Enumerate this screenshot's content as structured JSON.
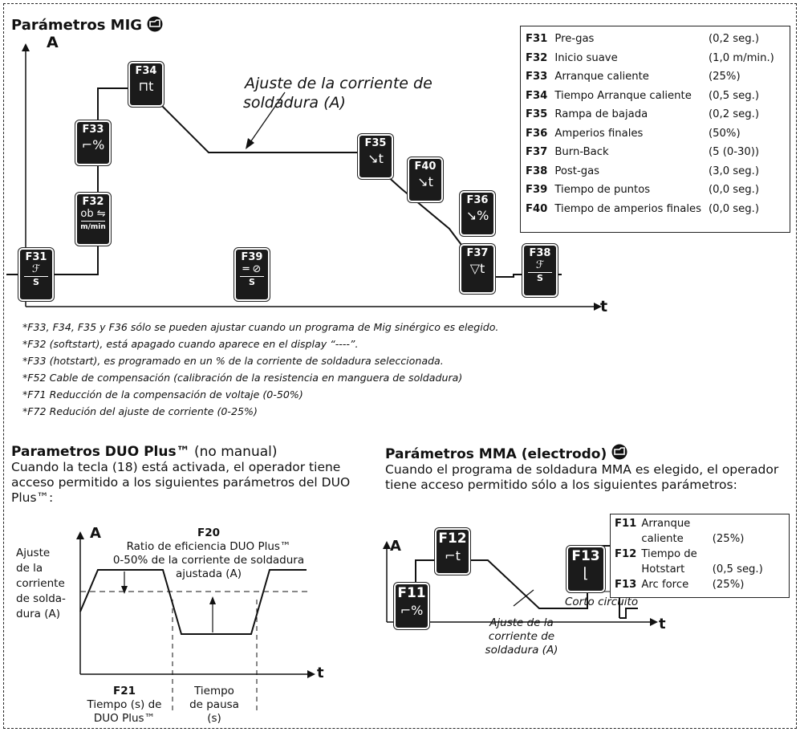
{
  "mig": {
    "title": "Parámetros MIG",
    "axis_y": "A",
    "axis_x": "t",
    "annotation": [
      "Ajuste de la corriente de",
      "soldadura (A)"
    ],
    "boxes": {
      "F31": {
        "label": "F31",
        "sym": "ℱ",
        "sub": "S"
      },
      "F32": {
        "label": "F32",
        "sym": "ob ⇋",
        "sub": "m/min"
      },
      "F33": {
        "label": "F33",
        "sym": "⌐%"
      },
      "F34": {
        "label": "F34",
        "sym": "⊓t"
      },
      "F35": {
        "label": "F35",
        "sym": "↘t"
      },
      "F40": {
        "label": "F40",
        "sym": "↘t"
      },
      "F36": {
        "label": "F36",
        "sym": "↘%"
      },
      "F37": {
        "label": "F37",
        "sym": "▽t"
      },
      "F38": {
        "label": "F38",
        "sym": "ℱ",
        "sub": "S"
      },
      "F39": {
        "label": "F39",
        "sym": "═ ⊘",
        "sub": "S"
      }
    },
    "params": [
      {
        "code": "F31",
        "name": "Pre-gas",
        "value": "(0,2  seg.)"
      },
      {
        "code": "F32",
        "name": "Inicio suave",
        "value": "(1,0 m/min.)"
      },
      {
        "code": "F33",
        "name": "Arranque caliente",
        "value": "(25%)"
      },
      {
        "code": "F34",
        "name": "Tiempo Arranque caliente",
        "value": "(0,5 seg.)"
      },
      {
        "code": "F35",
        "name": "Rampa de bajada",
        "value": "(0,2 seg.)"
      },
      {
        "code": "F36",
        "name": "Amperios finales",
        "value": "(50%)"
      },
      {
        "code": "F37",
        "name": "Burn-Back",
        "value": "(5 (0-30))"
      },
      {
        "code": "F38",
        "name": "Post-gas",
        "value": "(3,0 seg.)"
      },
      {
        "code": "F39",
        "name": "Tiempo de puntos",
        "value": "(0,0 seg.)"
      },
      {
        "code": "F40",
        "name": "Tiempo de amperios finales",
        "value": "(0,0 seg.)"
      }
    ],
    "notes": [
      "*F33, F34, F35 y F36 sólo se pueden ajustar cuando un  programa de Mig sinérgico es elegido.",
      "*F32 (softstart), está apagado cuando aparece en el display  “----”.",
      "*F33 (hotstart), es programado en un % de la corriente de soldadura seleccionada.",
      "*F52 Cable de compensación (calibración de la resistencia en manguera de soldadura)",
      "*F71 Reducción de la compensación de voltaje (0-50%)",
      "*F72 Redución del ajuste de corriente (0-25%)"
    ]
  },
  "duo": {
    "title": "Parametros DUO Plus™",
    "title_suffix": " (no manual)",
    "description": "Cuando la tecla (18) está activada, el operador tiene acceso permitido a los siguientes parámetros del DUO Plus™:",
    "axis_y": "A",
    "axis_x": "t",
    "left_label": [
      "Ajuste",
      "de la",
      "corriente",
      "de solda-",
      "dura (A)"
    ],
    "f20_code": "F20",
    "f20_text": [
      "Ratio de eficiencia DUO Plus™",
      "0-50% de la corriente de soldadura",
      "ajustada (A)"
    ],
    "f21_code": "F21",
    "f21_text": [
      "Tiempo (s) de",
      "DUO Plus™"
    ],
    "pause_text": [
      "Tiempo",
      "de pausa",
      "(s)"
    ]
  },
  "mma": {
    "title": "Parámetros MMA (electrodo)",
    "description": "Cuando el programa de soldadura MMA es elegido, el operador tiene acceso permitido sólo a los siguientes parámetros:",
    "axis_y": "A",
    "axis_x": "t",
    "boxes": {
      "F11": {
        "label": "F11",
        "sym": "⌐%"
      },
      "F12": {
        "label": "F12",
        "sym": "⌐t"
      },
      "F13": {
        "label": "F13",
        "sym": "⌊"
      }
    },
    "annotation": [
      "Ajuste de la",
      "corriente de",
      "soldadura (A)"
    ],
    "short_circuit": "Corto circuito",
    "params": [
      {
        "code": "F11",
        "name": "Arranque",
        "value": ""
      },
      {
        "code": "",
        "name": "caliente",
        "value": "(25%)"
      },
      {
        "code": "F12",
        "name": "Tiempo de",
        "value": ""
      },
      {
        "code": "",
        "name": "Hotstart",
        "value": "(0,5 seg.)"
      },
      {
        "code": "F13",
        "name": "Arc force",
        "value": "(25%)"
      }
    ]
  }
}
